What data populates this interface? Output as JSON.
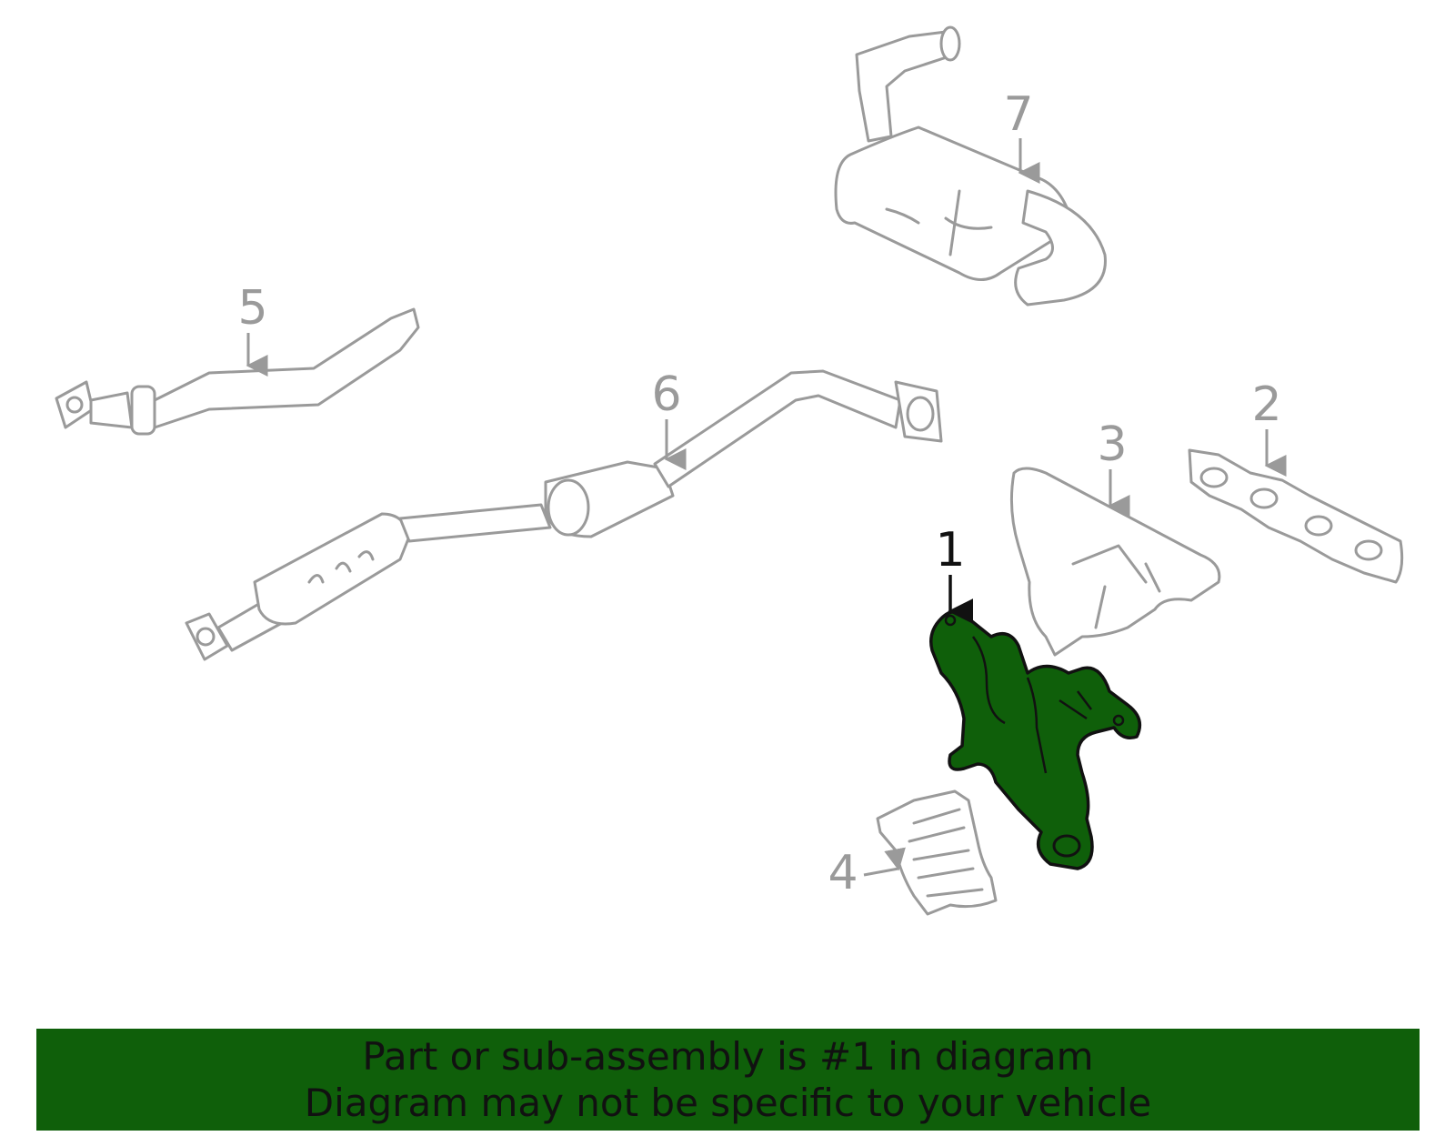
{
  "callouts": {
    "part1": "1",
    "part2": "2",
    "part3": "3",
    "part4": "4",
    "part5": "5",
    "part6": "6",
    "part7": "7"
  },
  "banner": {
    "line1": "Part or sub-assembly is #1 in diagram",
    "line2": "Diagram may not be specific to your vehicle"
  },
  "colors": {
    "highlight": "#0f5f0a",
    "part_outline": "#9a9a9a",
    "banner_bg": "#0f5f0a",
    "text_dark": "#111111"
  },
  "selected_part": "1"
}
